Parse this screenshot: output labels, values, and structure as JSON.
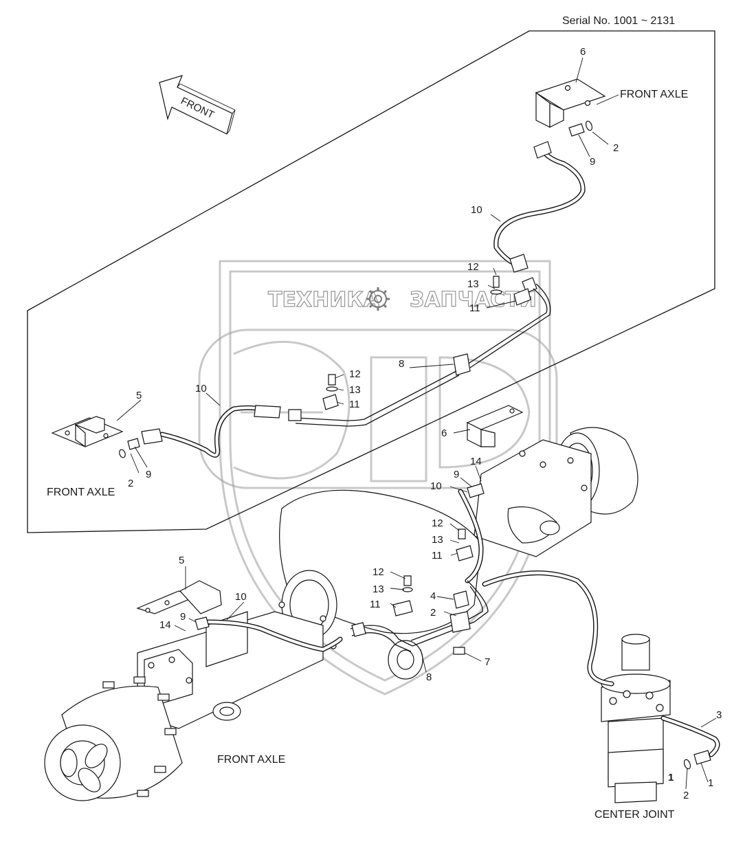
{
  "header": {
    "serial": "Serial No. 1001 ~ 2131"
  },
  "direction_arrow": {
    "label": "FRONT"
  },
  "captions": {
    "front_axle_top": "FRONT AXLE",
    "front_axle_left": "FRONT AXLE",
    "front_axle_bottom": "FRONT AXLE",
    "center_joint": "CENTER JOINT"
  },
  "watermark": {
    "left": "ТЕХНИКА",
    "right": "ЗАПЧАСТИ",
    "logo": "ЭПФ"
  },
  "callouts": {
    "c1a": "1",
    "c1b": "1",
    "c2a": "2",
    "c2b": "2",
    "c2c": "2",
    "c2d": "2",
    "c3": "3",
    "c4": "4",
    "c5a": "5",
    "c5b": "5",
    "c6a": "6",
    "c6b": "6",
    "c7": "7",
    "c8a": "8",
    "c8b": "8",
    "c9a": "9",
    "c9b": "9",
    "c9c": "9",
    "c9d": "9",
    "c10a": "10",
    "c10b": "10",
    "c10c": "10",
    "c10d": "10",
    "c11a": "11",
    "c11b": "11",
    "c11c": "11",
    "c11d": "11",
    "c12a": "12",
    "c12b": "12",
    "c12c": "12",
    "c12d": "12",
    "c13a": "13",
    "c13b": "13",
    "c13c": "13",
    "c13d": "13",
    "c14a": "14",
    "c14b": "14"
  }
}
